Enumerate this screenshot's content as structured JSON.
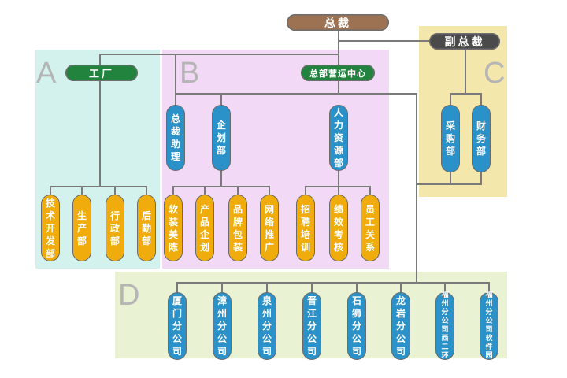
{
  "regions": [
    {
      "id": "A",
      "label": "A",
      "color": "#d3f2ee"
    },
    {
      "id": "B",
      "label": "B",
      "color": "#f2d9f5"
    },
    {
      "id": "C",
      "label": "C",
      "color": "#f3e7ab"
    },
    {
      "id": "D",
      "label": "D",
      "color": "#e9f3d4"
    }
  ],
  "nodes": {
    "ceo": {
      "label": "总裁",
      "color": "#9c7253"
    },
    "vp": {
      "label": "副总裁",
      "color": "#4a4a4a"
    },
    "factory": {
      "label": "工厂",
      "color": "#22833f"
    },
    "ops_center": {
      "label": "总部营运中心",
      "color": "#22833f"
    }
  },
  "colors": {
    "dept_blue": "#2a91c9",
    "dept_orange": "#f0ac0d",
    "connector": "#7a7a7a"
  },
  "factory_depts": [
    "技术开发部",
    "生产部",
    "行政部",
    "后勤部"
  ],
  "ops_depts": [
    "总裁助理",
    "企划部",
    "人力资源部"
  ],
  "planning_subs": [
    "软装美陈",
    "产品企划",
    "品牌包装",
    "网络推广"
  ],
  "hr_subs": [
    "招聘培训",
    "绩效考核",
    "员工关系"
  ],
  "vp_depts": [
    "采购部",
    "财务部"
  ],
  "branches": [
    "厦门分公司",
    "漳州分公司",
    "泉州分公司",
    "晋江分公司",
    "石狮分公司",
    "龙岩分公司",
    "福州分公司西二环",
    "福州分公司软件园"
  ]
}
